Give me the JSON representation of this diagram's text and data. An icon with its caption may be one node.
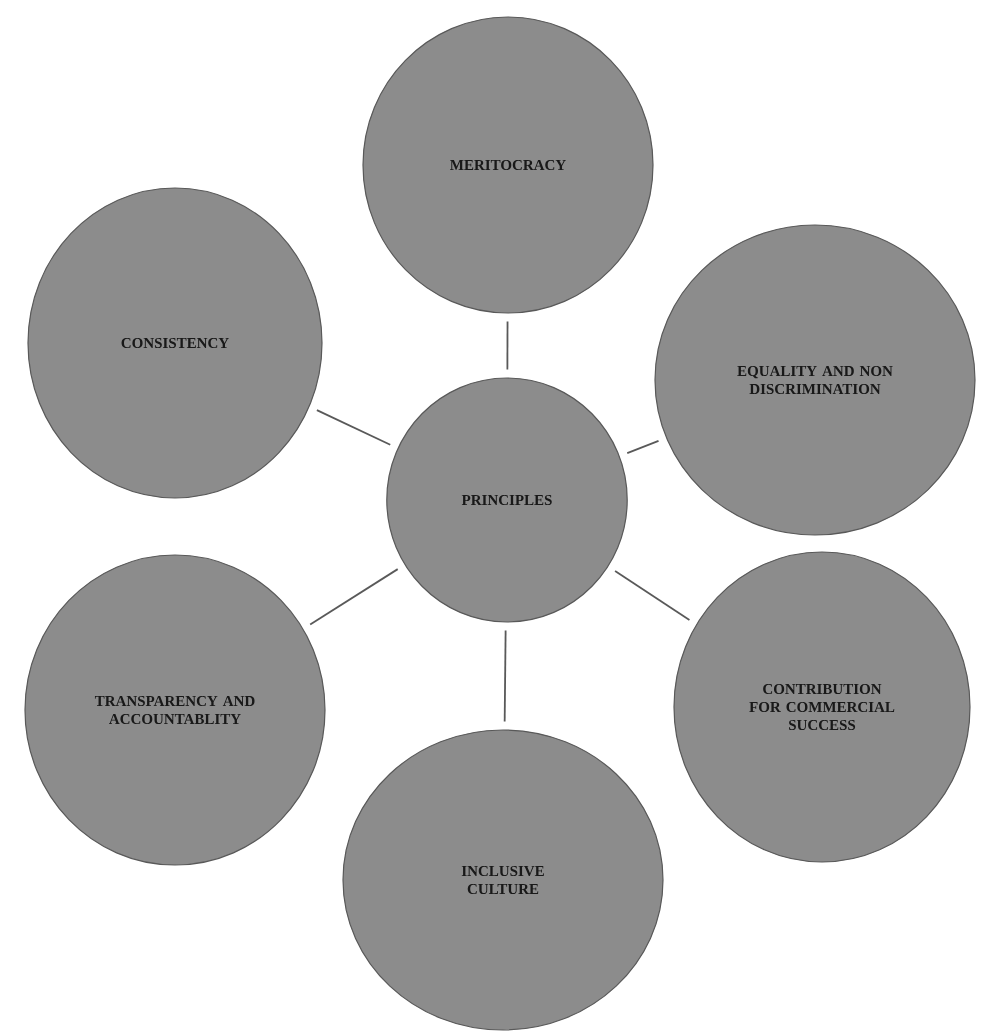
{
  "diagram": {
    "nodes": [
      {
        "text": [
          "MERITOCRACY"
        ]
      },
      {
        "text": [
          "CONSISTENCY"
        ]
      },
      {
        "text": [
          "EQUALITY AND NON DISCRIMINATION"
        ]
      },
      {
        "text": [
          "PRINCIPLES"
        ]
      },
      {
        "text": [
          "TRANSPARENCY AND ACCOUNTABLITY"
        ]
      },
      {
        "text": [
          "CONTRIBUTION FOR COMMERCIAL SUCCESS"
        ]
      },
      {
        "text": [
          "INCLUSIVE CULTURE"
        ]
      }
    ],
    "edges": [
      {
        "from": 3,
        "to": 0,
        "arrow": "none"
      },
      {
        "from": 3,
        "to": 1,
        "arrow": "none"
      },
      {
        "from": 3,
        "to": 2,
        "arrow": "none"
      },
      {
        "from": 3,
        "to": 4,
        "arrow": "none"
      },
      {
        "from": 3,
        "to": 5,
        "arrow": "none"
      },
      {
        "from": 3,
        "to": 6,
        "arrow": "none"
      }
    ]
  }
}
